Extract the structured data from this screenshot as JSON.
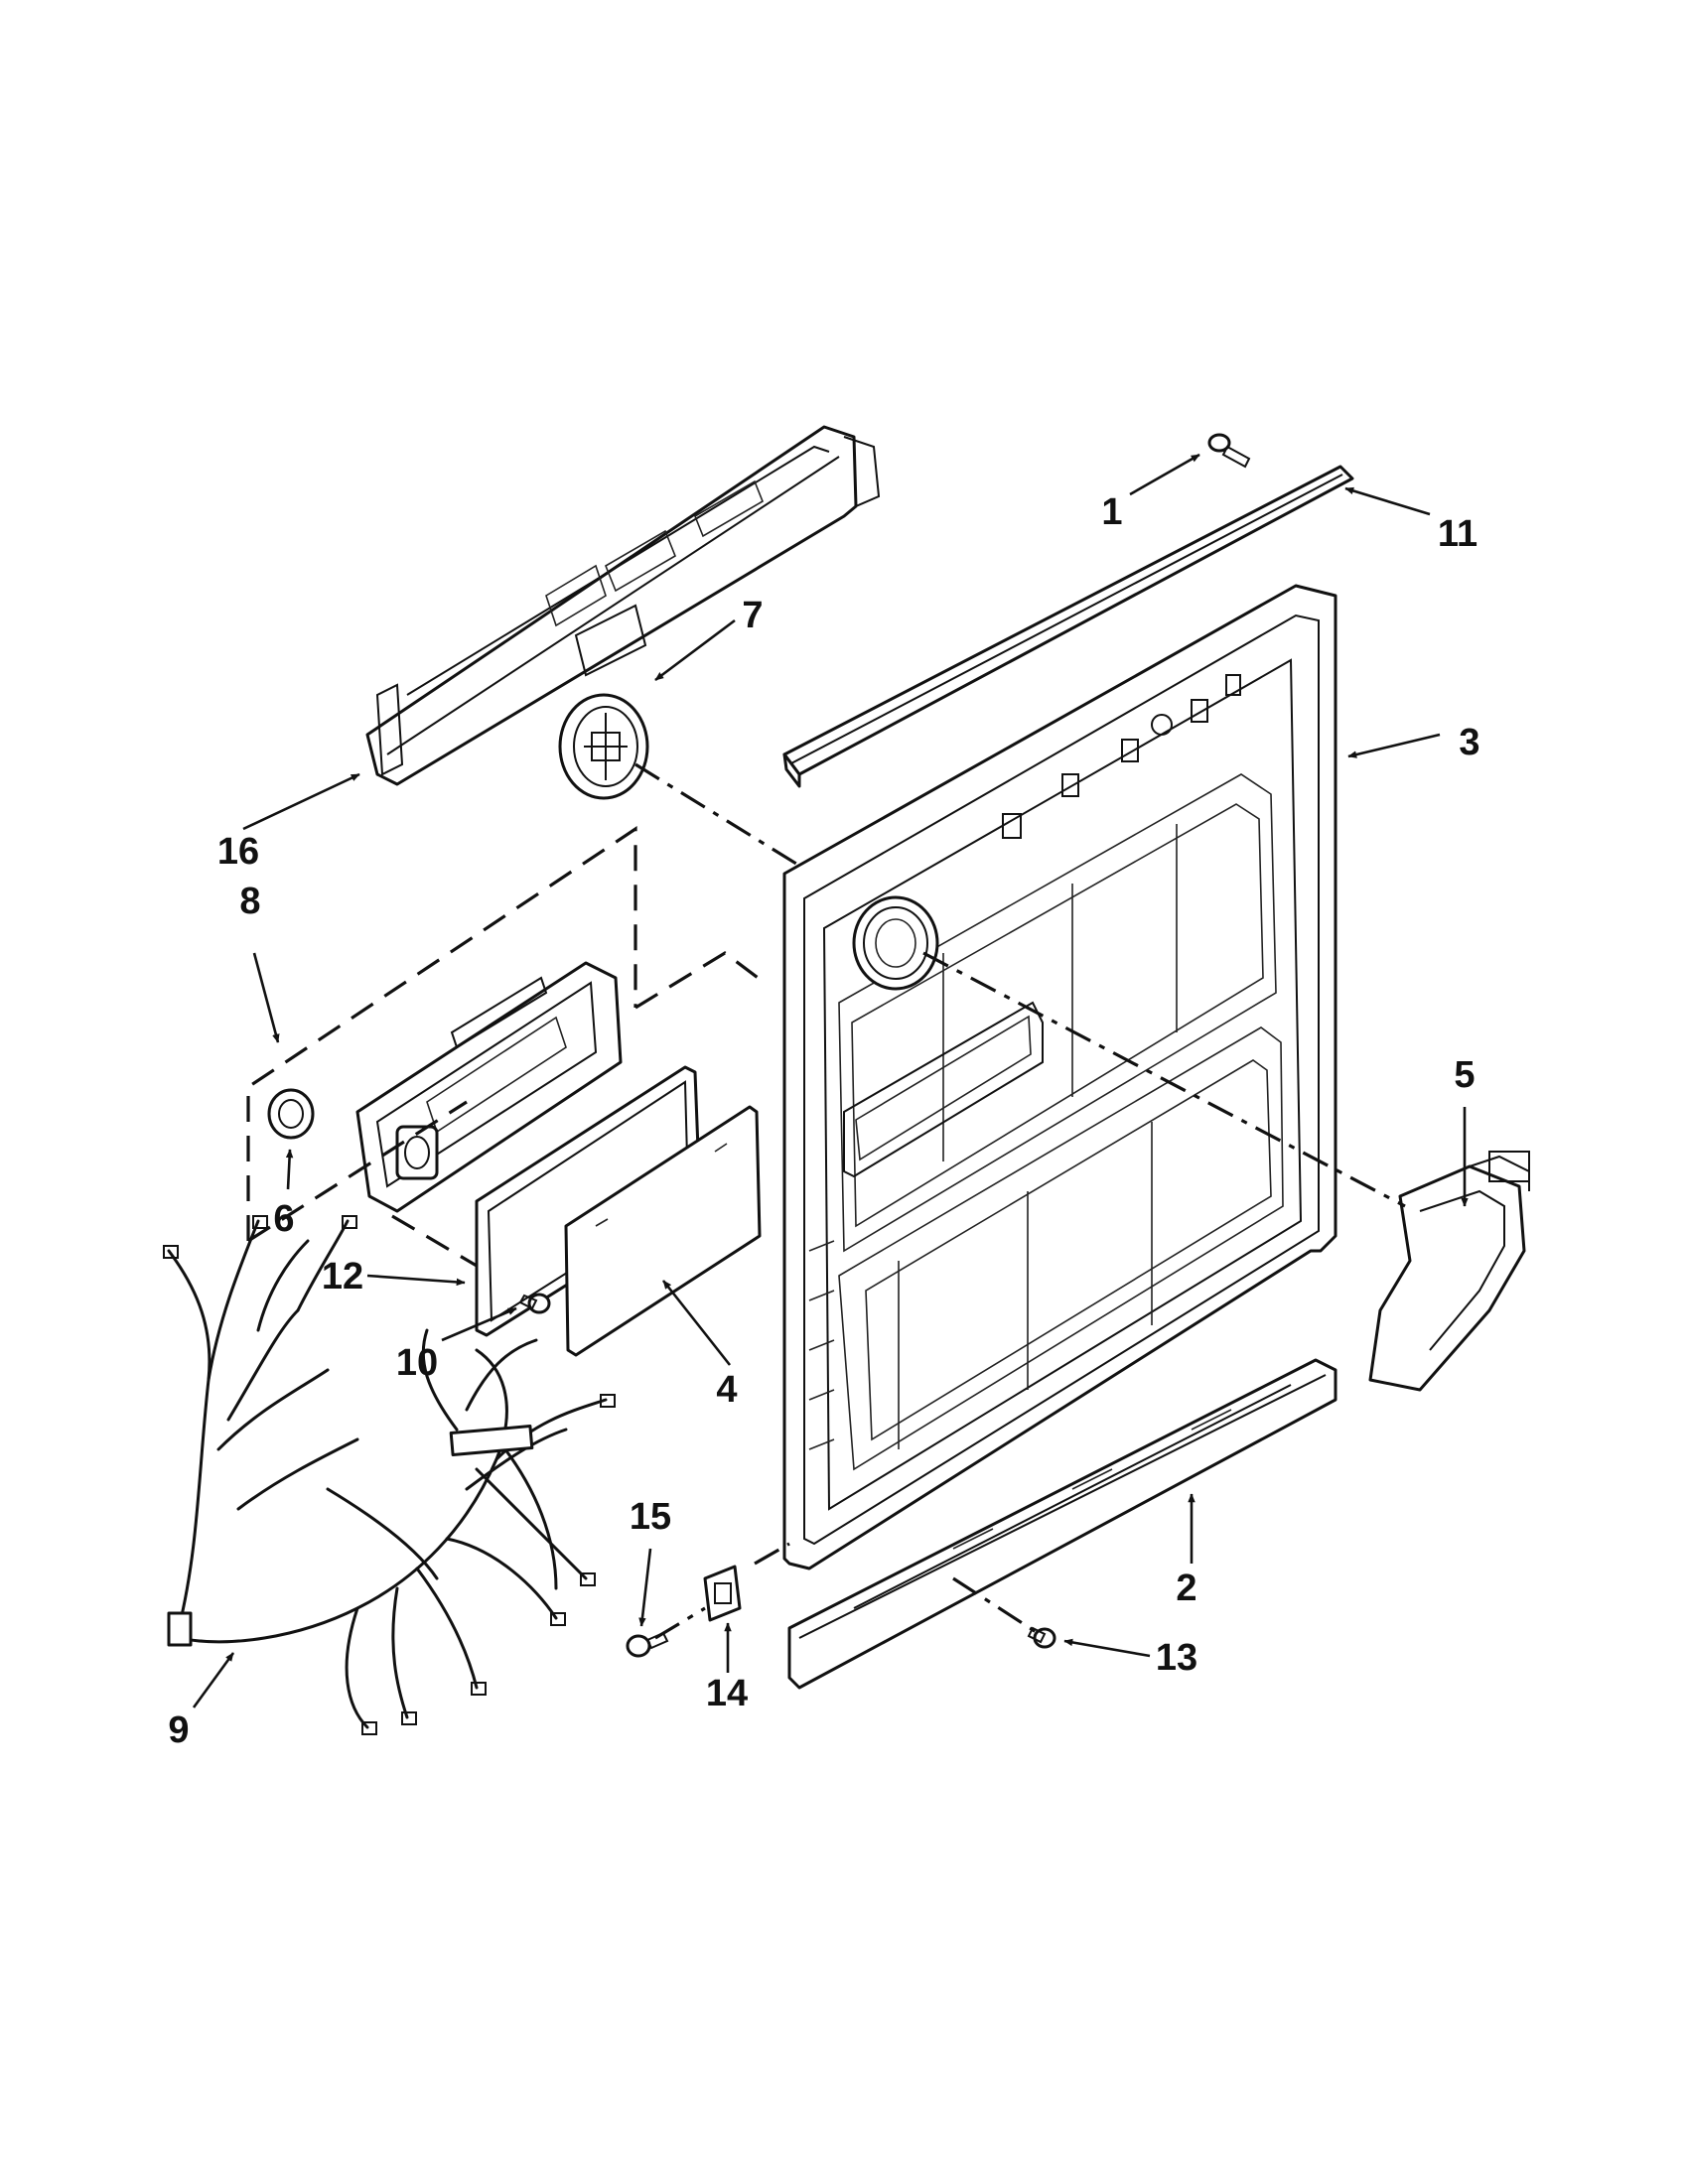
{
  "diagram": {
    "background": "#ffffff",
    "line_color": "#111111",
    "callouts": [
      {
        "id": "c1",
        "label": "1"
      },
      {
        "id": "c2",
        "label": "2"
      },
      {
        "id": "c3",
        "label": "3"
      },
      {
        "id": "c4",
        "label": "4"
      },
      {
        "id": "c5",
        "label": "5"
      },
      {
        "id": "c6",
        "label": "6"
      },
      {
        "id": "c7",
        "label": "7"
      },
      {
        "id": "c8",
        "label": "8"
      },
      {
        "id": "c9",
        "label": "9"
      },
      {
        "id": "c10",
        "label": "10"
      },
      {
        "id": "c11",
        "label": "11"
      },
      {
        "id": "c12",
        "label": "12"
      },
      {
        "id": "c13",
        "label": "13"
      },
      {
        "id": "c14",
        "label": "14"
      },
      {
        "id": "c15",
        "label": "15"
      },
      {
        "id": "c16",
        "label": "16"
      }
    ]
  }
}
